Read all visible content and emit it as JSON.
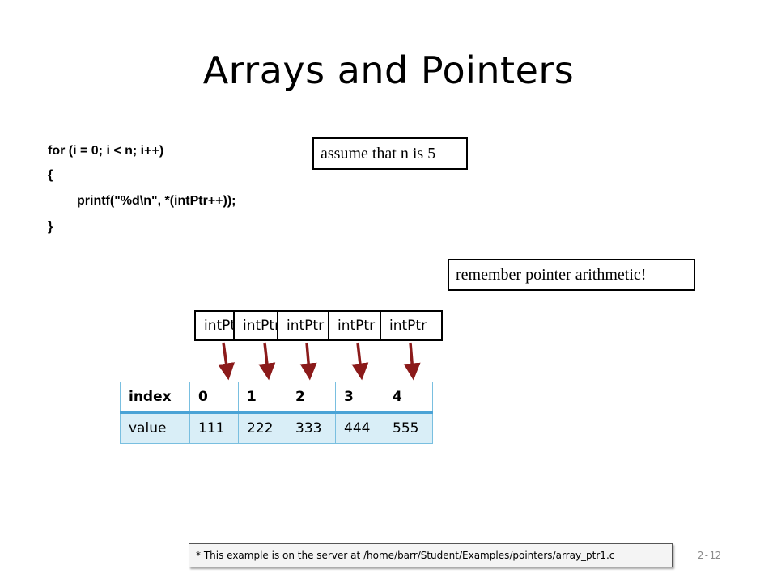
{
  "slide": {
    "title": "Arrays and Pointers",
    "code_lines": [
      "for (i = 0; i < n; i++)",
      "{",
      "printf(\"%d\\n\", *(intPtr++));",
      "}"
    ],
    "callout_n": "assume that n is 5",
    "callout_arith": "remember pointer arithmetic!",
    "pointer_boxes": [
      "intPtr",
      "intPtr",
      "intPtr",
      "intPtr",
      "intPtr"
    ],
    "table": {
      "index_label": "index",
      "value_label": "value",
      "indices": [
        "0",
        "1",
        "2",
        "3",
        "4"
      ],
      "values": [
        "111",
        "222",
        "333",
        "444",
        "555"
      ]
    },
    "footnote": "* This example is on the server at /home/barr/Student/Examples/pointers/array_ptr1.c",
    "page_number": "2-12"
  },
  "colors": {
    "arrow": "#8b1a1a",
    "table_header_border": "#4aa3d6",
    "table_value_fill": "#d9eef7"
  }
}
